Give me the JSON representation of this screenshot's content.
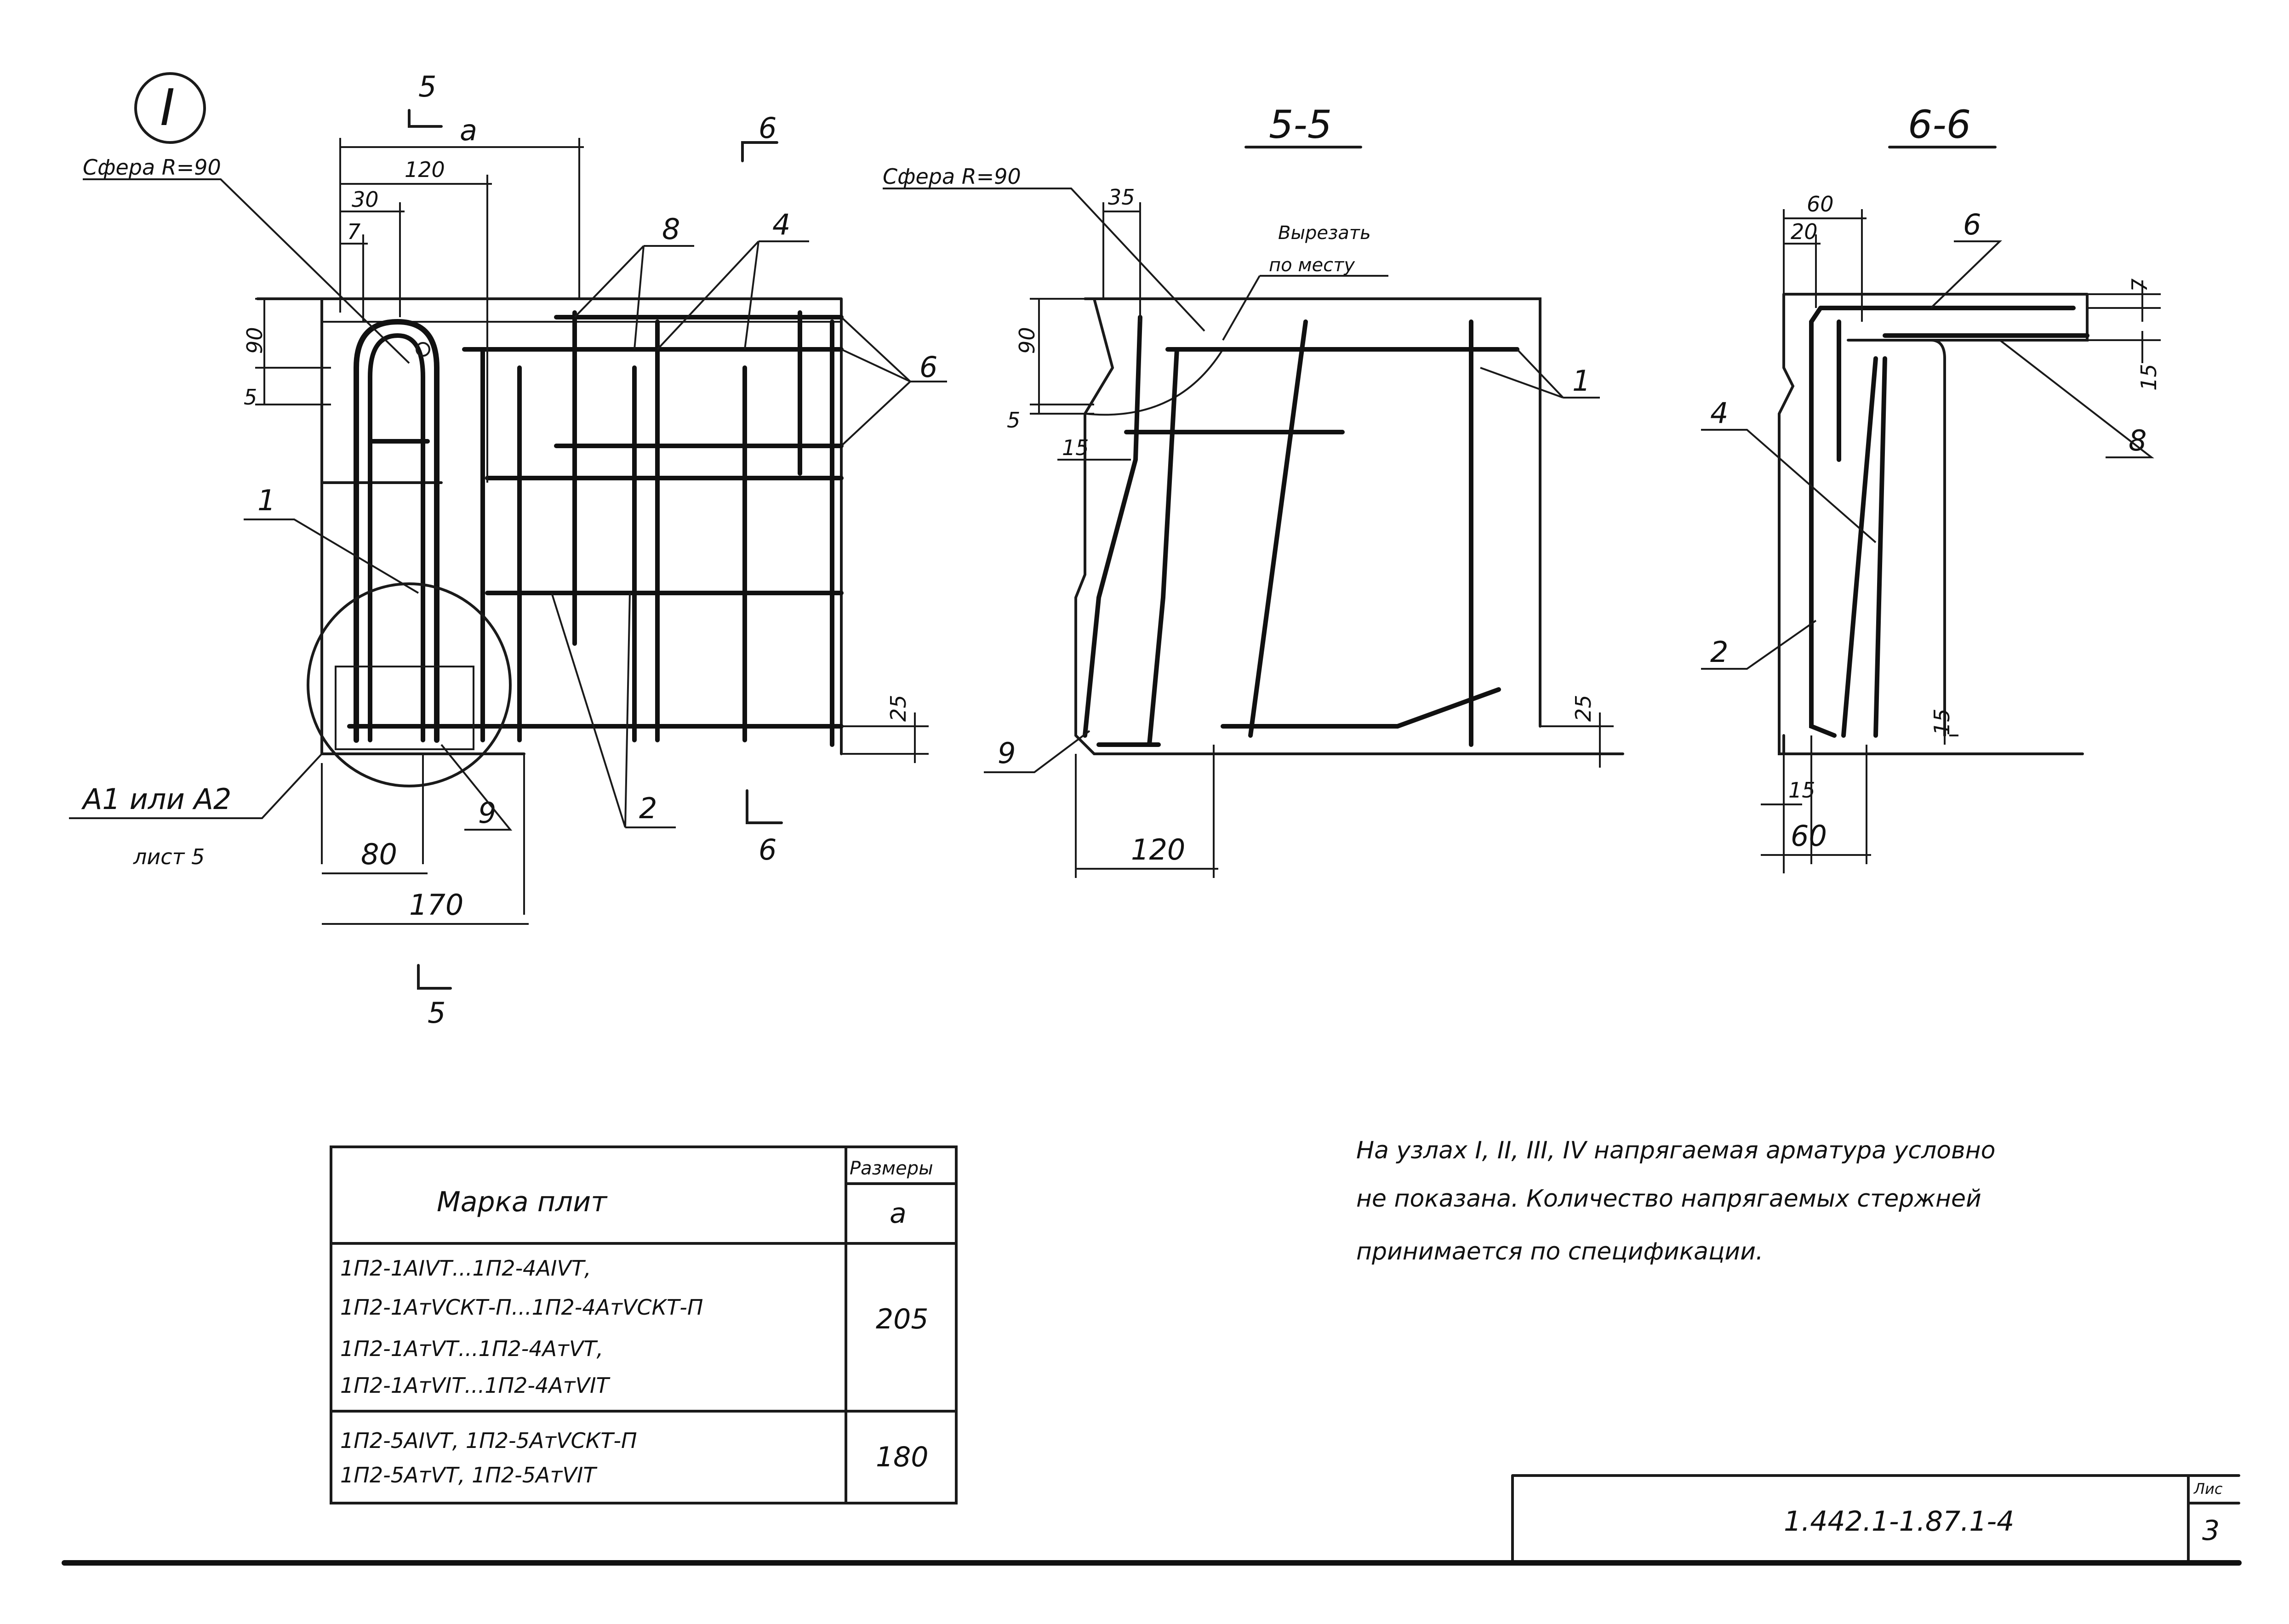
{
  "node_marker": "I",
  "left_view": {
    "sphere_label": "Сфера R=90",
    "section_mark_top": "5",
    "dim_a": "a",
    "dim_120": "120",
    "dim_30": "30",
    "dim_7": "7",
    "dim_90": "90",
    "dim_5": "5",
    "dim_25": "25",
    "dim_80": "80",
    "dim_170": "170",
    "section_mark_6_top": "6",
    "section_mark_6_bottom": "6",
    "section_mark_5_bottom": "5",
    "detail_ref_line1": "А1 или А2",
    "detail_ref_line2": "лист 5",
    "pos_1": "1",
    "pos_2": "2",
    "pos_4": "4",
    "pos_6": "6",
    "pos_8": "8",
    "pos_9": "9"
  },
  "section_5_5": {
    "title": "5-5",
    "sphere_label": "Сфера R=90",
    "cut_note_line1": "Вырезать",
    "cut_note_line2": "по месту",
    "dim_35": "35",
    "dim_90": "90",
    "dim_5": "5",
    "dim_15": "15",
    "dim_25": "25",
    "dim_120": "120",
    "pos_1": "1",
    "pos_9": "9"
  },
  "section_6_6": {
    "title": "6-6",
    "dim_60_top": "60",
    "dim_20": "20",
    "dim_7": "7",
    "dim_15_right": "15",
    "dim_15_bottom": "15",
    "dim_15_low": "15",
    "dim_60_bottom": "60",
    "pos_2": "2",
    "pos_4": "4",
    "pos_6": "6",
    "pos_8": "8"
  },
  "note": {
    "line1": "На узлах I, II, III, IV напрягаемая арматура условно",
    "line2": "не показана. Количество напрягаемых стержней",
    "line3": "принимается по спецификации."
  },
  "table": {
    "header_col1": "Марка плит",
    "header_col2_top": "Размеры",
    "header_col2_bottom": "a",
    "rows": [
      {
        "lines": [
          "1П2-1АIVТ...1П2-4АIVТ,",
          "1П2-1АтVСКТ-П...1П2-4АтVСКТ-П",
          "1П2-1АтVТ...1П2-4АтVТ,",
          "1П2-1АтVIТ...1П2-4АтVIТ"
        ],
        "value": "205"
      },
      {
        "lines": [
          "1П2-5АIVТ, 1П2-5АтVСКТ-П",
          "1П2-5АтVТ, 1П2-5АтVIТ"
        ],
        "value": "180"
      }
    ]
  },
  "title_block": {
    "code": "1.442.1-1.87.1-4",
    "sheet_label": "Лис",
    "sheet_number": "3"
  }
}
